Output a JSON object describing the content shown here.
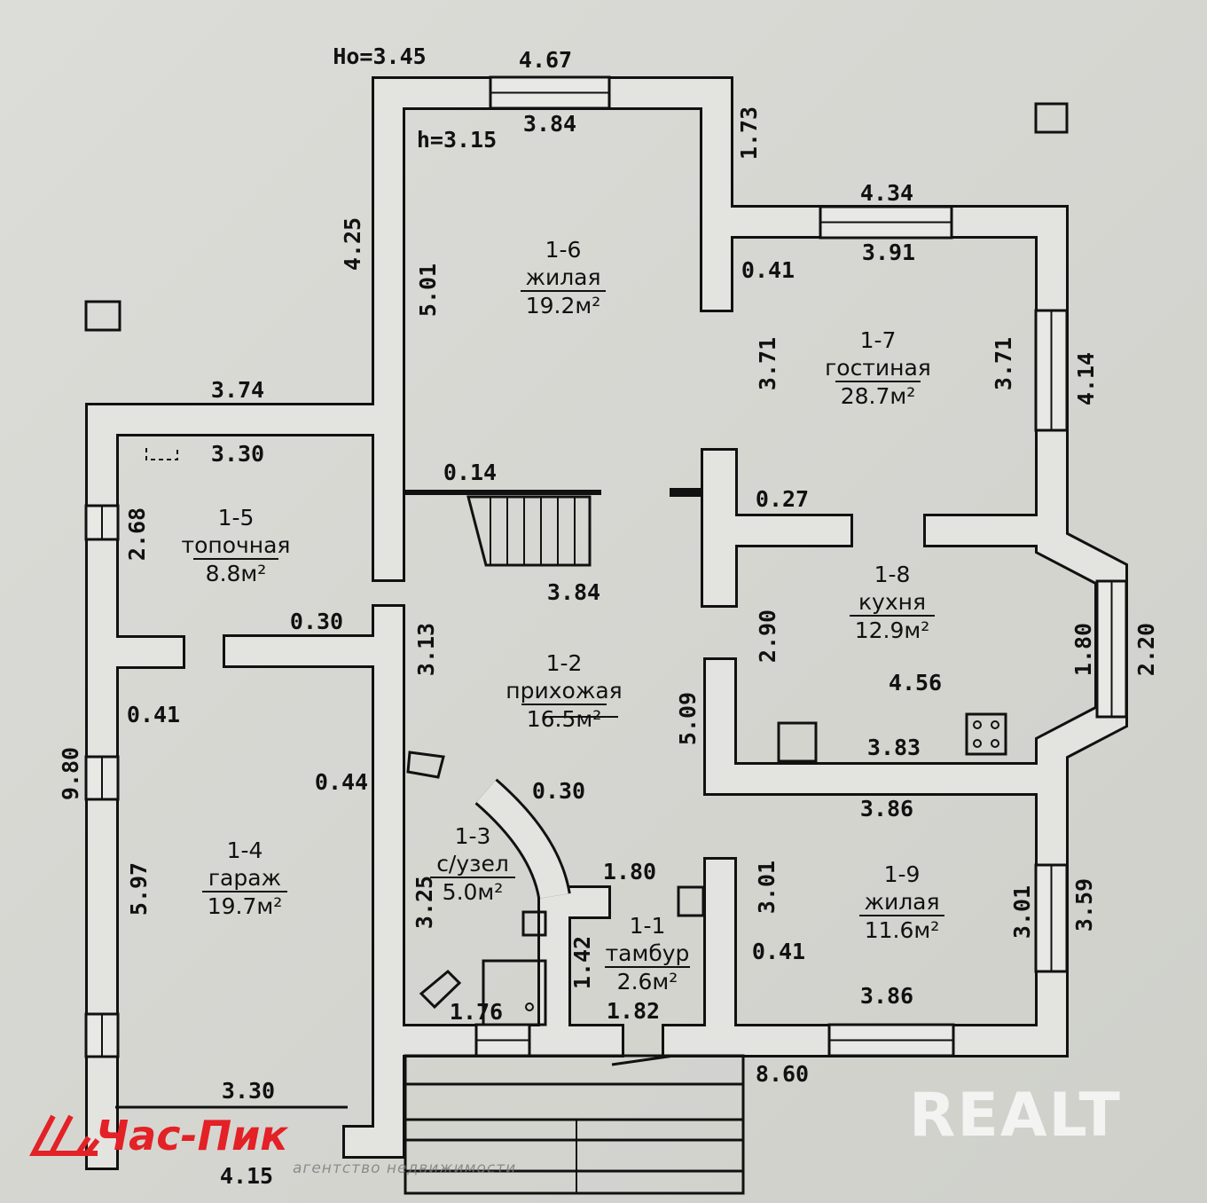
{
  "title": "Floor plan",
  "colors": {
    "wall_fill": "#e3e3df",
    "line": "#111111",
    "background": "#d8d9d4",
    "logo": "#e32126"
  },
  "rooms": [
    {
      "id": "1-6",
      "name": "жилая",
      "area": "19.2м²"
    },
    {
      "id": "1-7",
      "name": "гостиная",
      "area": "28.7м²"
    },
    {
      "id": "1-5",
      "name": "топочная",
      "area": "8.8м²"
    },
    {
      "id": "1-8",
      "name": "кухня",
      "area": "12.9м²"
    },
    {
      "id": "1-2",
      "name": "прихожая",
      "area": "16.5м²"
    },
    {
      "id": "1-3",
      "name": "с/узел",
      "area": "5.0м²"
    },
    {
      "id": "1-4",
      "name": "гараж",
      "area": "19.7м²"
    },
    {
      "id": "1-9",
      "name": "жилая",
      "area": "11.6м²"
    },
    {
      "id": "1-1",
      "name": "тамбур",
      "area": "2.6м²"
    }
  ],
  "dimensions": [
    "Ho=3.45",
    "4.67",
    "3.84",
    "h=3.15",
    "1.73",
    "4.34",
    "3.91",
    "0.41",
    "4.25",
    "5.01",
    "3.71",
    "3.71",
    "4.14",
    "3.74",
    "3.30",
    "0.14",
    "0.27",
    "2.68",
    "3.84",
    "0.30",
    "3.13",
    "2.90",
    "1.80",
    "2.20",
    "4.56",
    "0.41",
    "5.09",
    "3.83",
    "0.44",
    "9.80",
    "0.30",
    "3.86",
    "1.80",
    "3.01",
    "3.01",
    "3.59",
    "5.97",
    "3.25",
    "1.42",
    "0.41",
    "3.86",
    "1.76",
    "1.82",
    "8.60",
    "3.30",
    "4.15"
  ],
  "logo": {
    "name": "Час-Пик",
    "subtitle": "агентство недвижимости"
  },
  "watermark": "REALT"
}
